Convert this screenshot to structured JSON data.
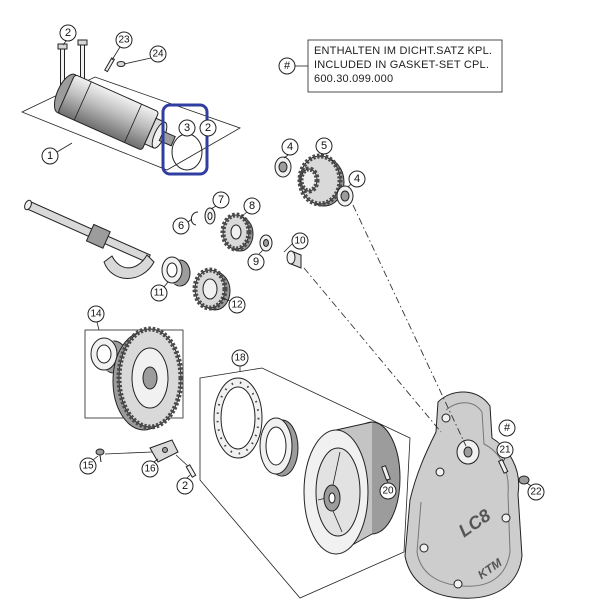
{
  "note": {
    "marker": "#",
    "lines": [
      "ENTHALTEN IM DICHT.SATZ KPL.",
      "INCLUDED IN GASKET-SET CPL.",
      "600.30.099.000"
    ]
  },
  "callouts": [
    "2",
    "23",
    "24",
    "1",
    "3",
    "2",
    "4",
    "5",
    "4",
    "7",
    "8",
    "6",
    "10",
    "9",
    "11",
    "12",
    "14",
    "18",
    "#",
    "21",
    "22",
    "15",
    "16",
    "2",
    "20"
  ],
  "logos": {
    "cover_model": "LC8",
    "cover_brand": "KTM"
  },
  "colors": {
    "highlight": "#2f3ea0",
    "line": "#222222",
    "part_fill": "#d9d9d9"
  }
}
